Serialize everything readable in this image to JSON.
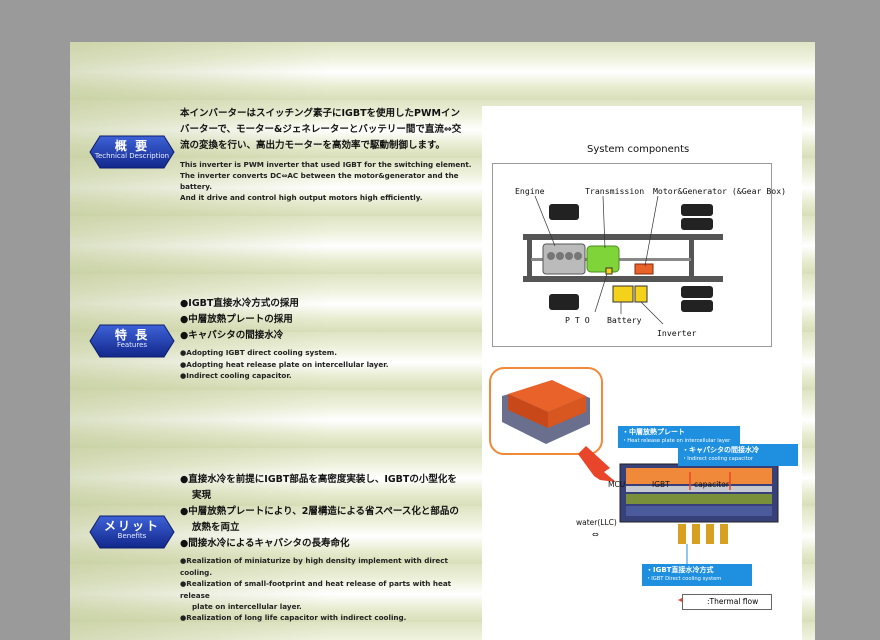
{
  "sections": [
    {
      "badge_jp": "概 要",
      "badge_en": "Technical Description",
      "jp_lines": [
        "本インバーターはスイッチング素子にIGBTを使用したPWMイン",
        "バーターで、モーター&ジェネレーターとバッテリー間で直流⇔交",
        "流の変換を行い、高出力モーターを高効率で駆動制御します。"
      ],
      "en_lines": [
        "This inverter is PWM inverter that used IGBT for the switching element.",
        "The inverter converts DC⇔AC between the motor&generator and the",
        "battery.",
        "And it drive and control high output motors high efficiently."
      ]
    },
    {
      "badge_jp": "特 長",
      "badge_en": "Features",
      "jp_bullets": [
        "IGBT直接水冷方式の採用",
        "中層放熱プレートの採用",
        "キャパシタの間接水冷"
      ],
      "en_bullets": [
        "Adopting IGBT direct cooling system.",
        "Adopting heat release plate on intercellular layer.",
        "Indirect cooling capacitor."
      ]
    },
    {
      "badge_jp": "メリット",
      "badge_en": "Benefits",
      "jp_bullets": [
        {
          "l1": "直接水冷を前提にIGBT部品を高密度実装し、IGBTの小型化を",
          "l2": "実現"
        },
        {
          "l1": "中層放熱プレートにより、2層構造による省スペース化と部品の",
          "l2": "放熱を両立"
        },
        {
          "l1": "間接水冷によるキャパシタの長寿命化",
          "l2": ""
        }
      ],
      "en_bullets": [
        {
          "l1": "Realization of miniaturize by high density implement with direct cooling.",
          "l2": ""
        },
        {
          "l1": "Realization of small-footprint and heat release of parts with heat release",
          "l2": "plate on intercellular layer."
        },
        {
          "l1": "Realization of long life capacitor with indirect cooling.",
          "l2": ""
        }
      ]
    }
  ],
  "system": {
    "title": "System components",
    "labels": {
      "engine": "Engine",
      "transmission": "Transmission",
      "motor": "Motor&Generator (&Gear Box)",
      "pto": "P T O",
      "battery": "Battery",
      "inverter": "Inverter"
    }
  },
  "cutaway": {
    "heat_plate_jp": "・中層放熱プレート",
    "heat_plate_en": "・Heat release plate on intercellular layer",
    "capacitor_jp": "・キャパシタの間接水冷",
    "capacitor_en": "・Indirect cooling capacitor",
    "mcu": "MCU",
    "igbt": "IGBT",
    "capacitor": "capacitor",
    "water": "water(LLC)",
    "water_arrow": "⇔",
    "igbt_cool_jp": "・IGBT直接水冷方式",
    "igbt_cool_en": "・IGBT Direct cooling system",
    "thermal_flow": ":Thermal flow"
  },
  "colors": {
    "badge_blue": "#1e3fae",
    "label_blue": "#1f8fe0",
    "inverter_orange": "#e8622a",
    "motor_green": "#7fd43a",
    "battery_yellow": "#f4d21c",
    "callout_border": "#f08a3a",
    "arrow_red": "#e8452a"
  }
}
